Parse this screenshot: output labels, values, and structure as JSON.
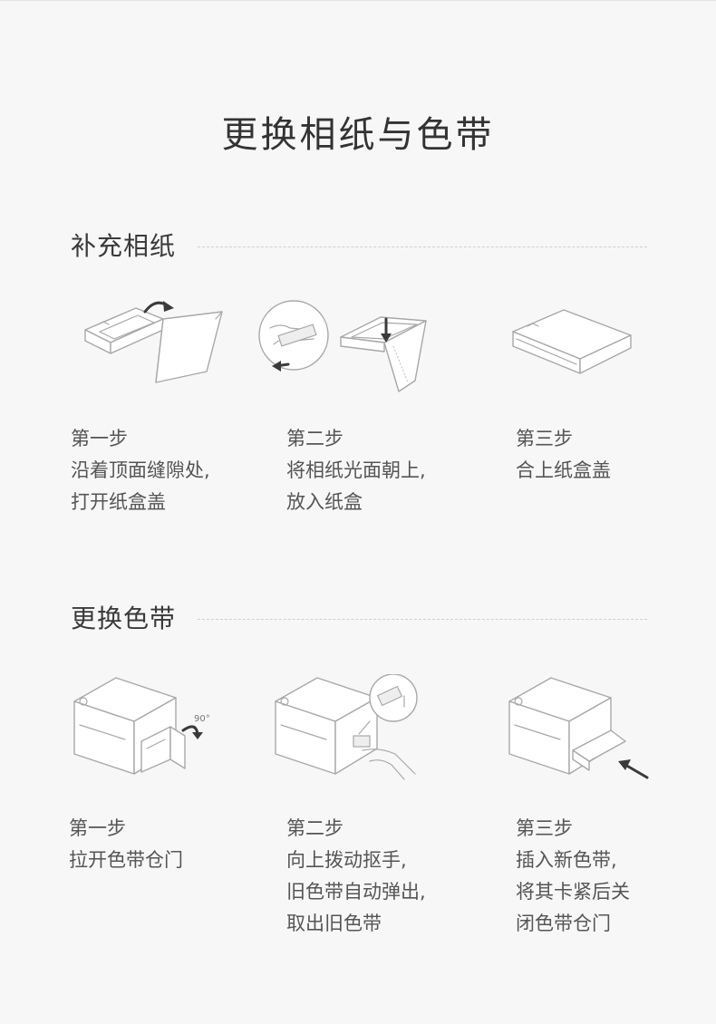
{
  "title": "更换相纸与色带",
  "sections": [
    {
      "title": "补充相纸",
      "steps": [
        {
          "label": "第一步",
          "lines": [
            "沿着顶面缝隙处,",
            "打开纸盒盖"
          ]
        },
        {
          "label": "第二步",
          "lines": [
            "将相纸光面朝上,",
            "放入纸盒"
          ]
        },
        {
          "label": "第三步",
          "lines": [
            "合上纸盒盖"
          ]
        }
      ]
    },
    {
      "title": "更换色带",
      "steps": [
        {
          "label": "第一步",
          "lines": [
            "拉开色带仓门"
          ]
        },
        {
          "label": "第二步",
          "lines": [
            "向上拨动抠手,",
            "旧色带自动弹出,",
            "取出旧色带"
          ]
        },
        {
          "label": "第三步",
          "lines": [
            "插入新色带,",
            "将其卡紧后关",
            "闭色带仓门"
          ]
        }
      ]
    }
  ],
  "illustrations": {
    "rotation_label": "90°"
  }
}
